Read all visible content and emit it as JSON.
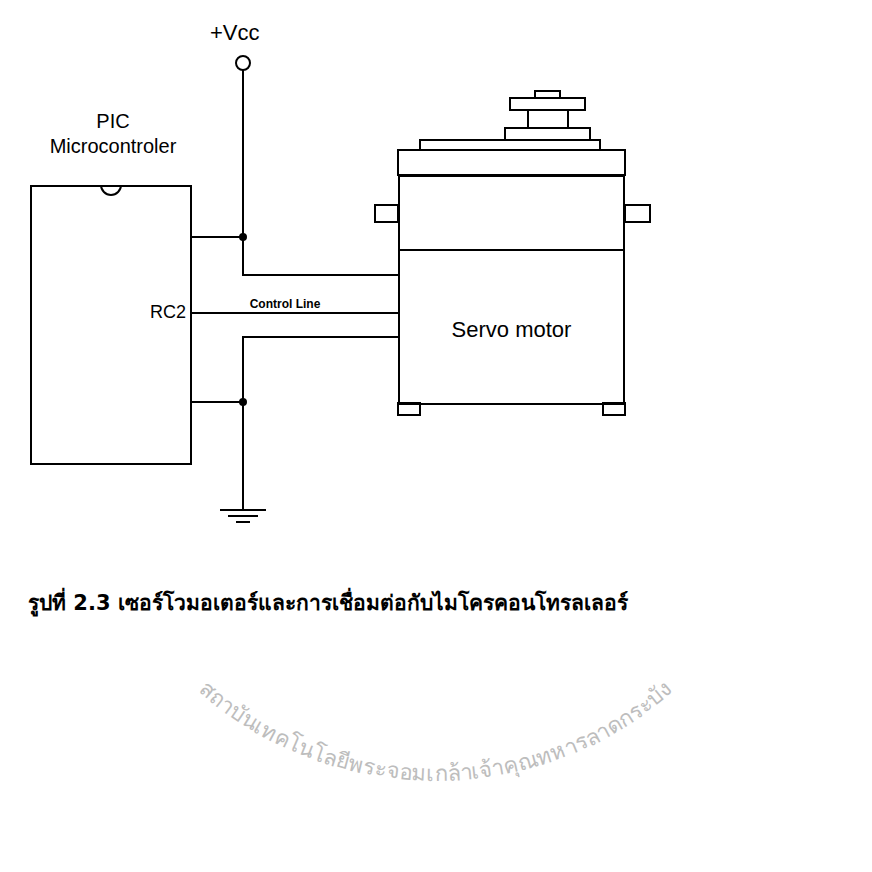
{
  "diagram": {
    "caption": "รูปที่ 2.3 เซอร์โวมอเตอร์และการเชื่อมต่อกับไมโครคอนโทรลเลอร์",
    "nodes": [
      {
        "text": [
          "PIC Microcontroler"
        ]
      },
      {
        "text": [
          "Servo motor"
        ]
      }
    ],
    "edges": [
      {
        "from": 0,
        "to": 1,
        "arrow": "none"
      },
      {
        "from": 0,
        "to": 1,
        "label": "Control Line",
        "arrow": "none"
      },
      {
        "from": 0,
        "to": 1,
        "arrow": "none"
      }
    ],
    "labels": [
      "+Vcc",
      "RC2",
      "สถาบันเทคโนโลยีพระจอมเกล้าเจ้าคุณทหารลาดกระบัง"
    ]
  }
}
